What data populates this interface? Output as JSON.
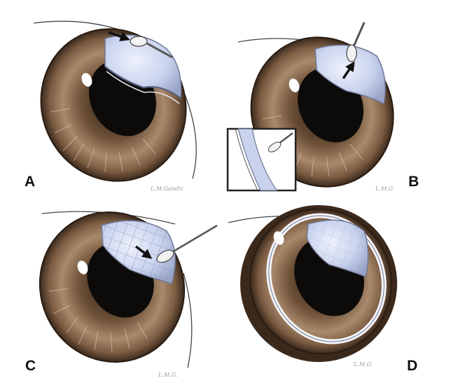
{
  "panels": [
    {
      "id": "A",
      "label": "A",
      "signature": "L.M.Gandic"
    },
    {
      "id": "B",
      "label": "B",
      "signature": "L.M.G."
    },
    {
      "id": "C",
      "label": "C",
      "signature": "L.M.G."
    },
    {
      "id": "D",
      "label": "D",
      "signature": "L.M.G."
    }
  ],
  "colors": {
    "iris": "#8a6a4e",
    "iris_dark": "#3e2a1c",
    "pupil": "#0d0b0a",
    "capsule": "#c9d3ee",
    "capsule_edge": "#7e88a8",
    "arrow": "#111111",
    "outline": "#2a2a2a"
  },
  "icons": {
    "arrow": "arrow-icon",
    "instrument": "cannula-icon",
    "highlight": "light-reflex-icon"
  }
}
